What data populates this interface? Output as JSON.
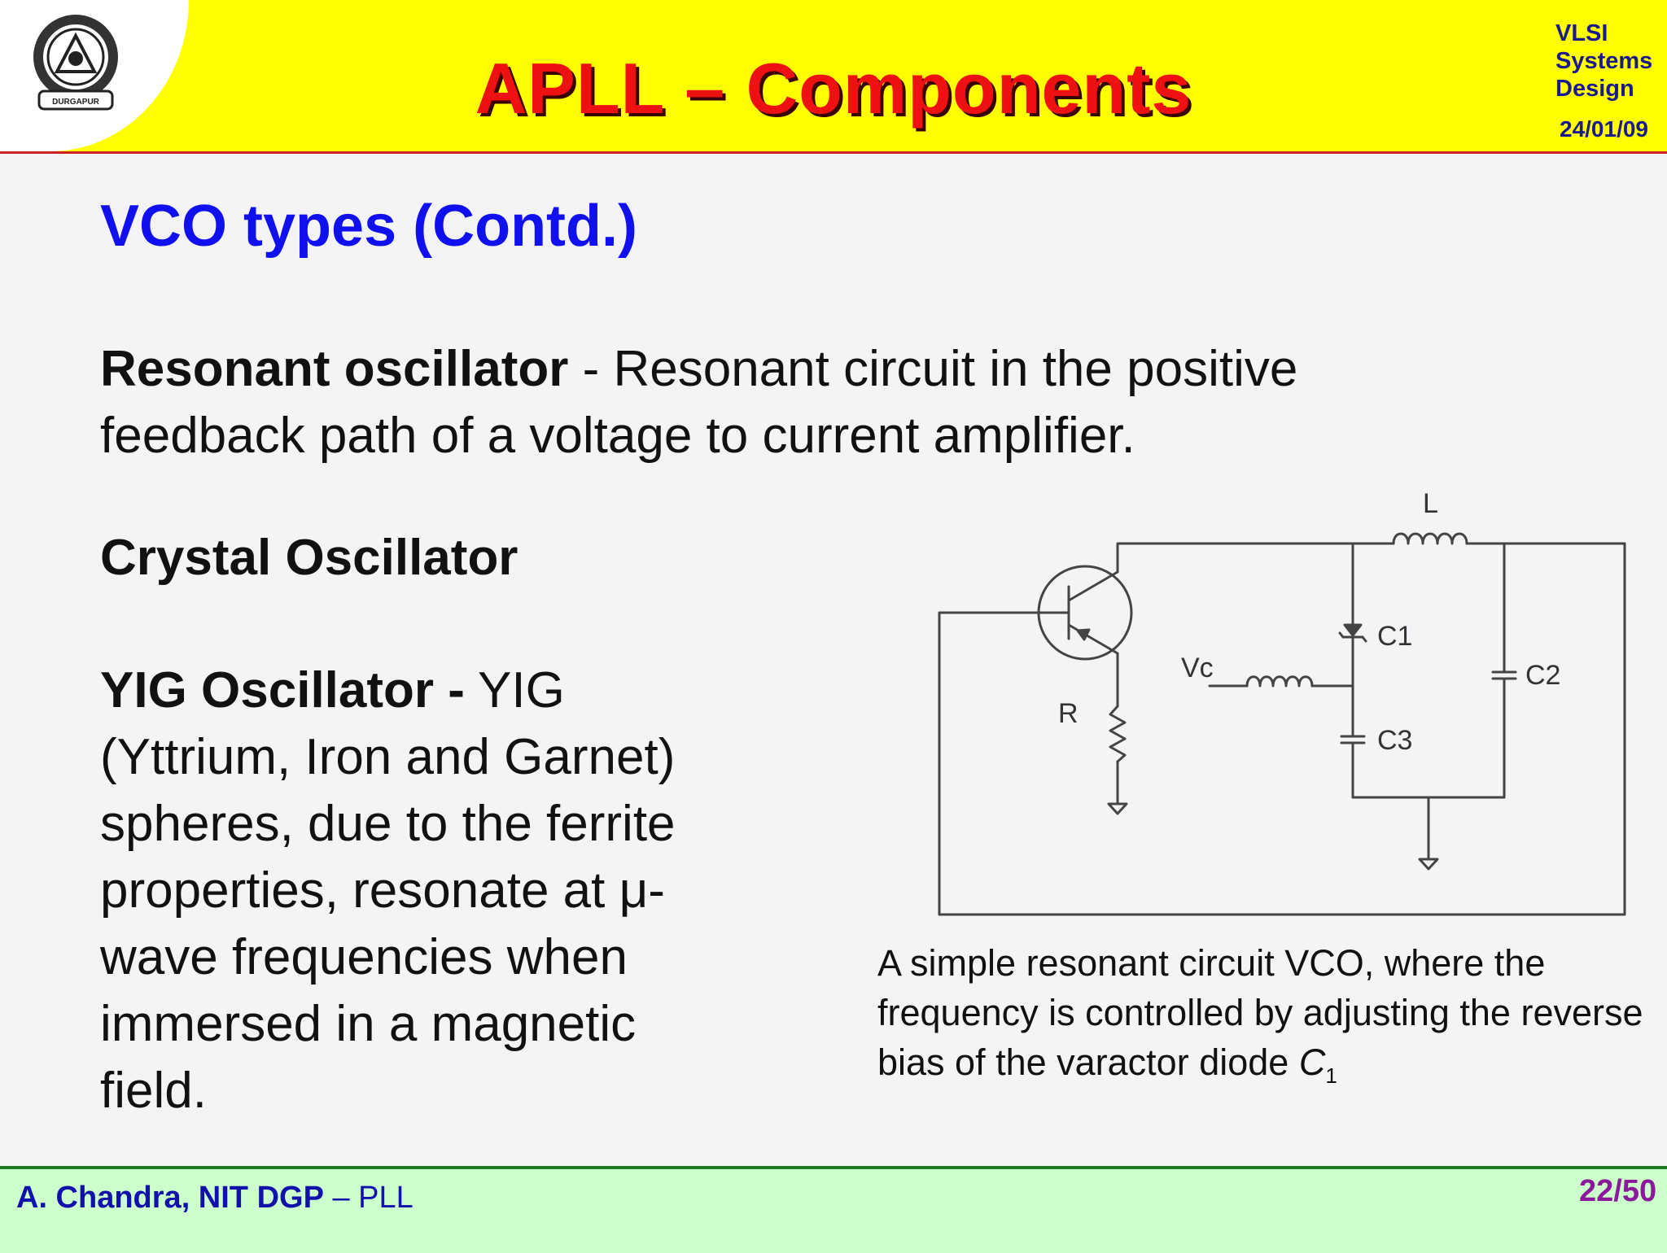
{
  "header": {
    "title": "APLL – Components",
    "course_line1": "VLSI",
    "course_line2": "Systems",
    "course_line3": "Design",
    "date": "24/01/09",
    "colors": {
      "background": "#ffff00",
      "title": "#ee1111",
      "course": "#1a1a8c"
    }
  },
  "logo": {
    "icon": "institute-seal-icon",
    "caption": "DURGAPUR"
  },
  "main": {
    "heading": "VCO types (Contd.)",
    "resonant": {
      "term": "Resonant oscillator",
      "description": " - Resonant circuit in the positive feedback path of a voltage to current amplifier."
    },
    "crystal": {
      "term": "Crystal Oscillator"
    },
    "yig": {
      "term": "YIG Oscillator -",
      "description": " YIG (Yttrium, Iron and Garnet) spheres, due to the ferrite properties, resonate at μ-wave frequencies when immersed in a magnetic field."
    }
  },
  "diagram": {
    "labels": {
      "inductor": "L",
      "varactor": "C1",
      "capacitor_c2": "C2",
      "capacitor_c3": "C3",
      "control_voltage": "Vc",
      "resistor": "R"
    }
  },
  "caption": {
    "text": "A simple resonant circuit VCO, where the frequency is controlled by adjusting the reverse bias of the varactor diode ",
    "variable": "C",
    "subscript": "1"
  },
  "footer": {
    "author": "A. Chandra, NIT DGP",
    "separator": " – ",
    "topic": "PLL",
    "page": "22/50",
    "colors": {
      "background": "#ccffcc",
      "author": "#1010aa",
      "page": "#8a1a9a"
    }
  }
}
